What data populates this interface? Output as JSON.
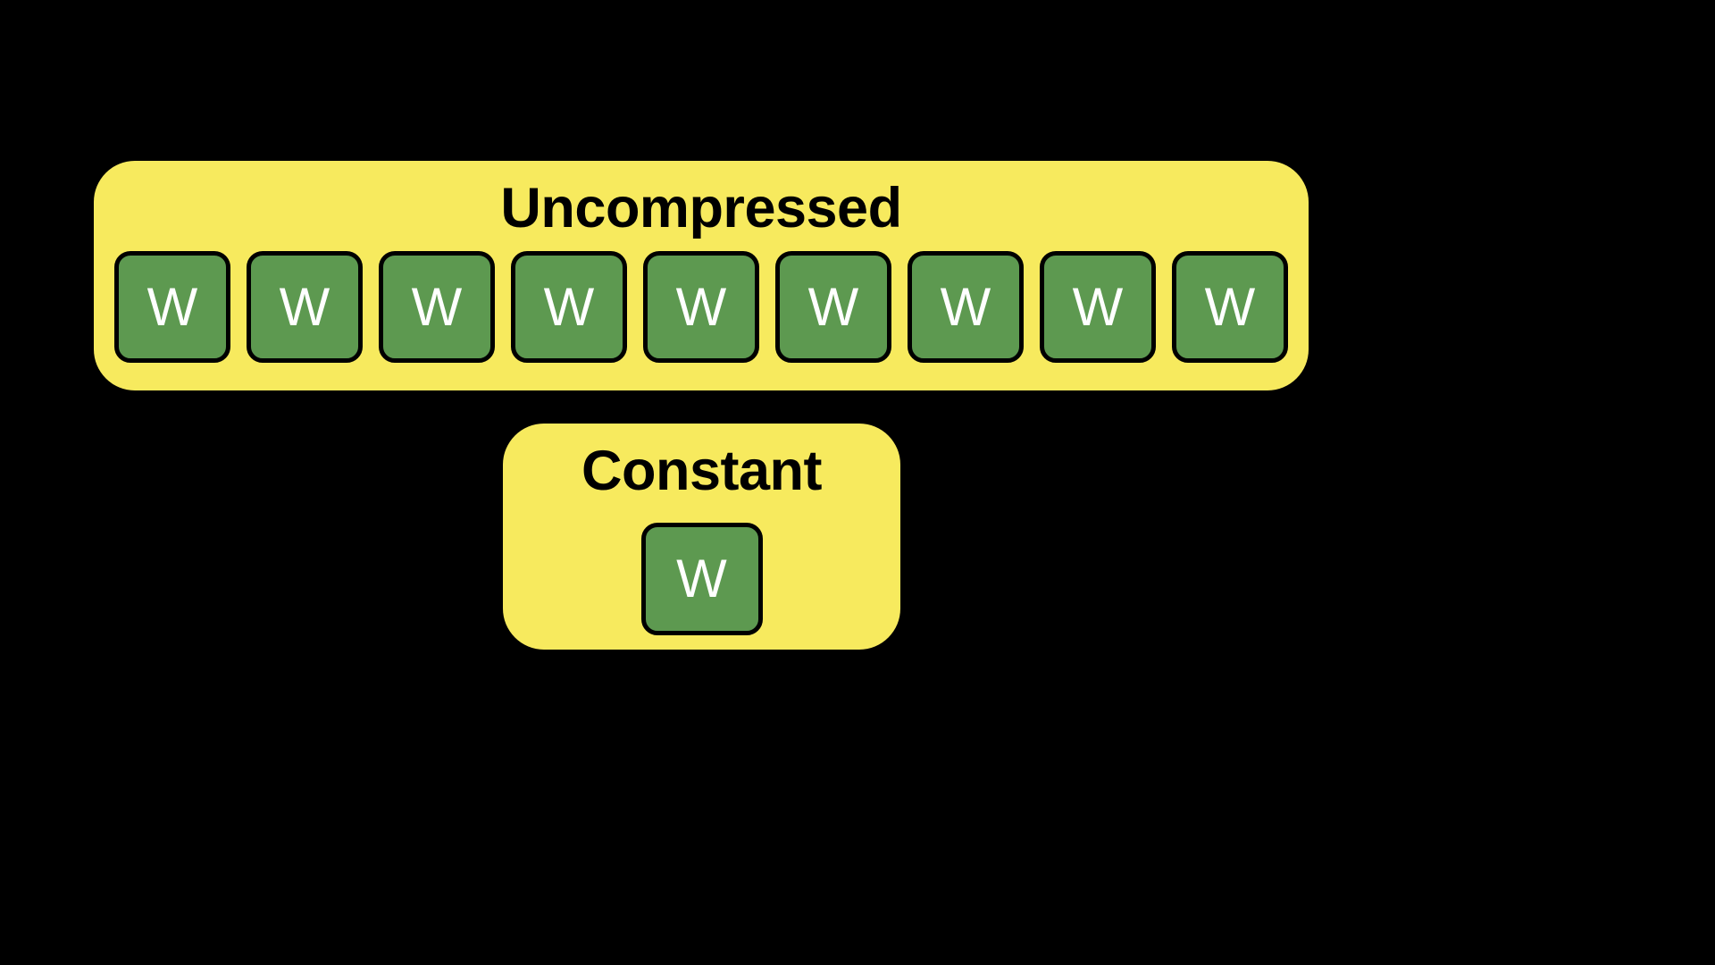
{
  "figure": {
    "background_color": "#000000",
    "panel_color": "#F7EA5E",
    "box_color": "#5D9950",
    "box_border_color": "#000000",
    "box_label_color": "#FFFFFF",
    "title_color": "#000000"
  },
  "panels": [
    {
      "id": "uncompressed",
      "title": "Uncompressed",
      "weight_count": 9,
      "weights": [
        {
          "label": "W"
        },
        {
          "label": "W"
        },
        {
          "label": "W"
        },
        {
          "label": "W"
        },
        {
          "label": "W"
        },
        {
          "label": "W"
        },
        {
          "label": "W"
        },
        {
          "label": "W"
        },
        {
          "label": "W"
        }
      ]
    },
    {
      "id": "constant",
      "title": "Constant",
      "weight_count": 1,
      "weights": [
        {
          "label": "W"
        }
      ]
    }
  ]
}
